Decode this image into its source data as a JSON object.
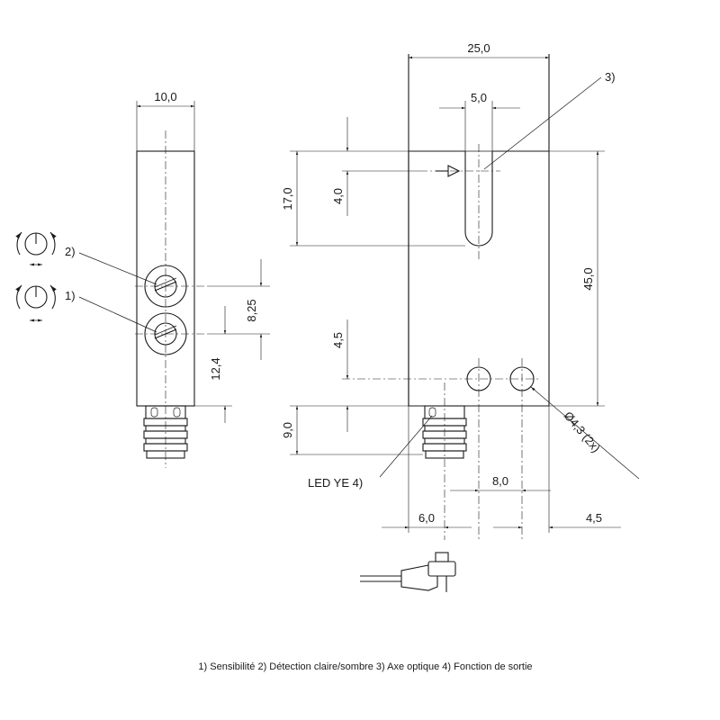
{
  "dimensions": {
    "side_width": "10,0",
    "width_total": "25,0",
    "slot_width": "5,0",
    "slot_depth": "17,0",
    "optical_axis": "4,0",
    "pot_spacing": "8,25",
    "pot_lower": "12,4",
    "height_total": "45,0",
    "hole_offset": "4,5",
    "connector": "9,0",
    "hole_spacing": "8,0",
    "connector_pos": "6,0",
    "hole_edge": "4,5",
    "hole_dia": "Ø4,3 (2x)"
  },
  "callouts": {
    "c1": "1)",
    "c2": "2)",
    "c3": "3)",
    "led": "LED YE 4)"
  },
  "legend": "1) Sensibilité  2) Détection claire/sombre  3) Axe optique  4) Fonction de sortie"
}
